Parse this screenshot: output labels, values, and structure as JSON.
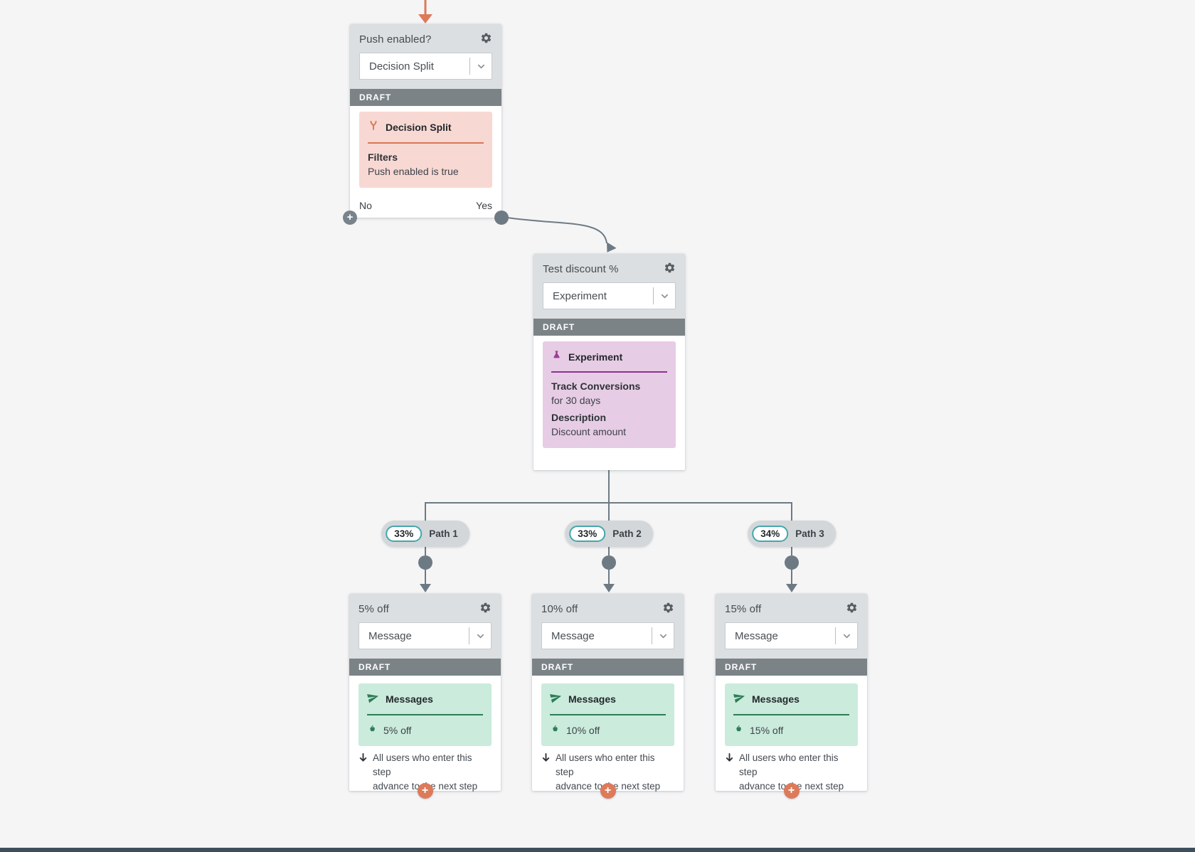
{
  "flow": {
    "decision_node": {
      "title": "Push enabled?",
      "type_selector": "Decision Split",
      "status": "DRAFT",
      "card_title": "Decision Split",
      "filters_label": "Filters",
      "filters_value": "Push enabled is true",
      "output_no": "No",
      "output_yes": "Yes"
    },
    "experiment_node": {
      "title": "Test discount %",
      "type_selector": "Experiment",
      "status": "DRAFT",
      "card_title": "Experiment",
      "track_conversions_label": "Track Conversions",
      "track_conversions_value": "for 30 days",
      "description_label": "Description",
      "description_value": "Discount amount"
    },
    "paths": [
      {
        "percent": "33%",
        "label": "Path 1"
      },
      {
        "percent": "33%",
        "label": "Path 2"
      },
      {
        "percent": "34%",
        "label": "Path 3"
      }
    ],
    "message_nodes": [
      {
        "title": "5% off",
        "type_selector": "Message",
        "status": "DRAFT",
        "card_title": "Messages",
        "message_name": "5% off",
        "advance_note_line1": "All users who enter this step",
        "advance_note_line2": "advance to the next step"
      },
      {
        "title": "10% off",
        "type_selector": "Message",
        "status": "DRAFT",
        "card_title": "Messages",
        "message_name": "10% off",
        "advance_note_line1": "All users who enter this step",
        "advance_note_line2": "advance to the next step"
      },
      {
        "title": "15% off",
        "type_selector": "Message",
        "status": "DRAFT",
        "card_title": "Messages",
        "message_name": "15% off",
        "advance_note_line1": "All users who enter this step",
        "advance_note_line2": "advance to the next step"
      }
    ],
    "plus_glyph": "+",
    "colors": {
      "accent_orange": "#dd7a5a",
      "decision_pink": "#f8d8d3",
      "experiment_purple": "#e7cce5",
      "message_green": "#cbebdc",
      "connector_gray": "#6e7a83",
      "draft_gray": "#7b8387",
      "path_teal": "#44a7ad",
      "bottom_edge_dark": "#3e4e5b"
    }
  }
}
